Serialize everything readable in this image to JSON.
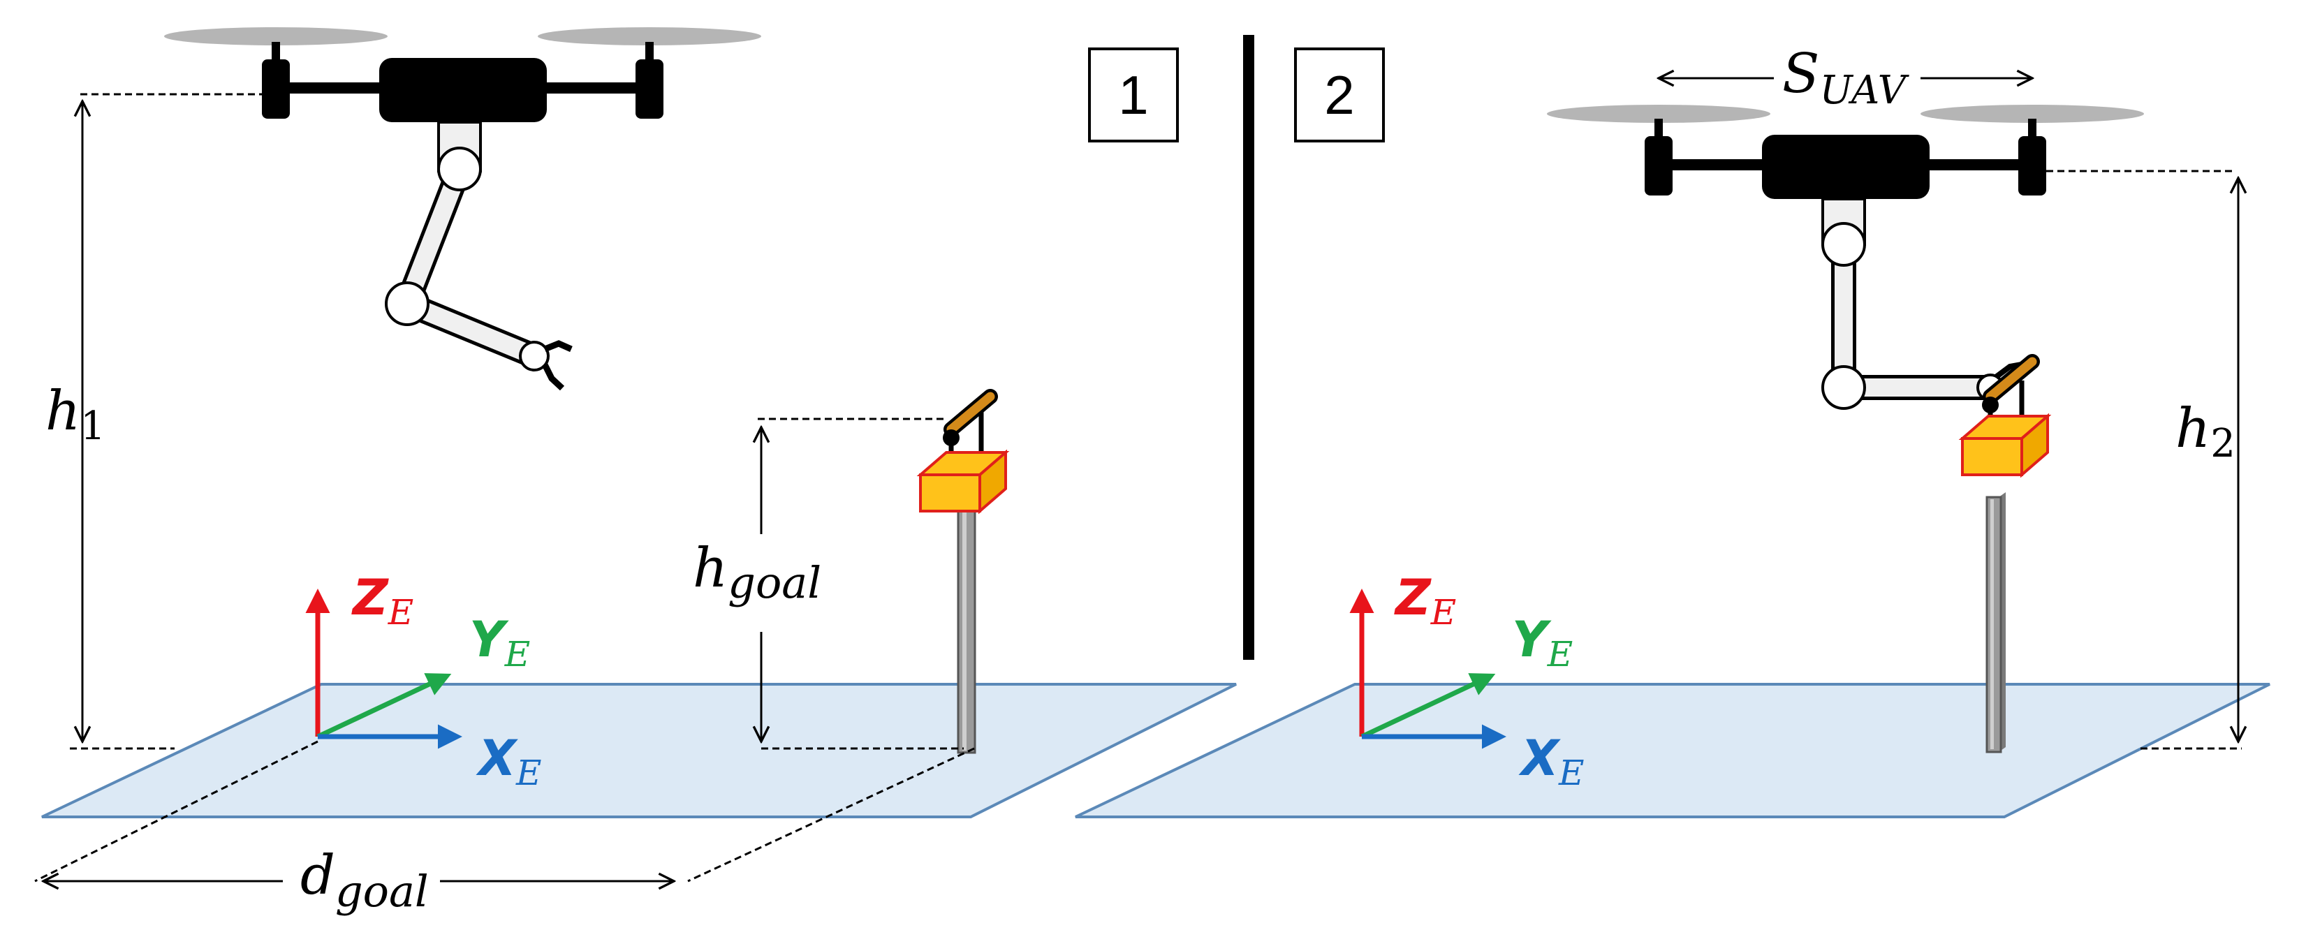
{
  "panels": [
    {
      "number": "1",
      "labels": {
        "h": "h",
        "h_sub": "1",
        "hgoal": "h",
        "hgoal_sub": "goal",
        "dgoal": "d",
        "dgoal_sub": "goal"
      }
    },
    {
      "number": "2",
      "labels": {
        "h": "h",
        "h_sub": "2",
        "suav": "S",
        "suav_sub": "UAV"
      }
    }
  ],
  "axes": {
    "z": {
      "letter": "Z",
      "sub": "E",
      "color": "#e8141b"
    },
    "y": {
      "letter": "Y",
      "sub": "E",
      "color": "#1fa84a"
    },
    "x": {
      "letter": "X",
      "sub": "E",
      "color": "#1a6cc4"
    }
  },
  "colors": {
    "ground": "#dce9f5",
    "ground_edge": "#5b89b8",
    "drone": "#000000",
    "propeller": "#b5b5b5",
    "arm": "#f0f0f0",
    "pole": "#9a9a9a",
    "box_fill": "#ffc21a",
    "box_edge": "#e0201b",
    "handle": "#d48a1a"
  }
}
